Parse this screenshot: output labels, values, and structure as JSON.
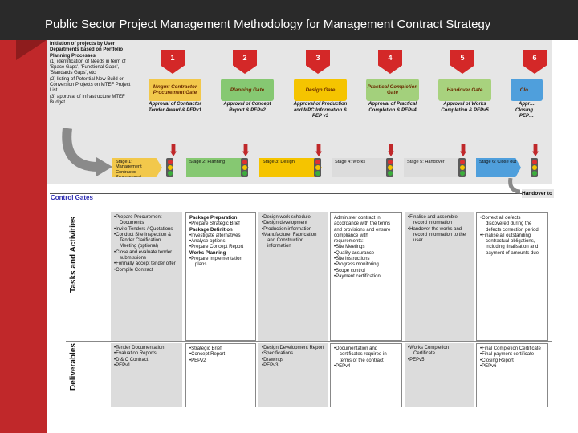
{
  "title": "Public Sector Project Management Methodology for Management Contract Strategy",
  "initiation": {
    "heading": "Initiation of projects by User Departments based on Portfolio Planning Processes",
    "lines": [
      "(1) identification of Needs in term of 'Space Gaps', 'Functional Gaps', 'Standards Gaps', etc",
      "(2) listing of Potential New Build or Conversion Projects on MTEF Project List",
      "(3) approval of Infrastructure MTEF Budget"
    ]
  },
  "steps": [
    "1",
    "2",
    "3",
    "4",
    "5",
    "6"
  ],
  "gates": [
    {
      "label": "Mngmt Contractor Procurement Gate",
      "color": "#f2c84b",
      "sub": "Approval of Contractor Tender Award & PEPv1"
    },
    {
      "label": "Planning Gate",
      "color": "#86c872",
      "sub": "Approval of Concept Report & PEPv2"
    },
    {
      "label": "Design Gate",
      "color": "#f5c400",
      "sub": "Approval of Production and MPC Information & PEP v3"
    },
    {
      "label": "Practical Completion Gate",
      "color": "#a3d07c",
      "sub": "Approval of Practical Completion & PEPv4"
    },
    {
      "label": "Handover Gate",
      "color": "#a8d27e",
      "sub": "Approval of Works Completion & PEPv5"
    },
    {
      "label": "Clo…",
      "color": "#4f9fdc",
      "sub": "Appr… Closing… PEP…"
    }
  ],
  "stages": [
    {
      "label": "Stage 1: Management Contractor Procurement",
      "color": "#f2c84b"
    },
    {
      "label": "Stage 2: Planning",
      "color": "#86c872"
    },
    {
      "label": "Stage 3: Design",
      "color": "#f5c400"
    },
    {
      "label": "Stage 4: Works",
      "color": "#dcdcdc"
    },
    {
      "label": "Stage 5: Handover",
      "color": "#dcdcdc"
    },
    {
      "label": "Stage 6: Close out",
      "color": "#4f9fdc"
    }
  ],
  "control_gates_label": "Control Gates",
  "handover_label": "Handover to",
  "row_labels": {
    "tasks": "Tasks and Activities",
    "deliverables": "Deliverables"
  },
  "tasks": [
    {
      "items": [
        "Prepare Procurement Documents",
        "Invite Tenders / Quotations",
        "Conduct Site Inspection & Tender Clarification Meeting (optional)",
        "Close and evaluate tender submissions",
        "Formally accept tender offer",
        "Compile Contract"
      ]
    },
    {
      "blocks": [
        {
          "head": "Package Preparation",
          "items": [
            "Prepare Strategic Brief"
          ]
        },
        {
          "head": "Package Definition",
          "items": [
            "Investigate alternatives",
            "Analyse options",
            "Prepare Concept Report"
          ]
        },
        {
          "head": "Works Planning",
          "items": [
            "Prepare implementation plans"
          ]
        }
      ]
    },
    {
      "items": [
        "Design work schedule",
        "Design development",
        "Production information",
        "Manufacture, Fabrication and Construction information"
      ]
    },
    {
      "intro": "Administer contract in accordance with the terms and provisions and ensure compliance with requirements:",
      "items": [
        "Site Meetings",
        "Quality assurance",
        "Site instructions",
        "Progress monitoring",
        "Scope control",
        "Payment certification"
      ]
    },
    {
      "items": [
        "Finalise and assemble record information",
        "Handover the works and record information to the user"
      ]
    },
    {
      "items": [
        "Correct all defects discovered during the defects correction period",
        "Finalise all outstanding contractual obligations, including finalisation and payment of amounts due"
      ]
    }
  ],
  "deliverables": [
    [
      "Tender Documentation",
      "Evaluation Reports",
      "D & C Contract",
      "PEPv1"
    ],
    [
      "Strategic Brief",
      "Concept Report",
      "PEPv2"
    ],
    [
      "Design Development Report",
      "Specifications",
      "Drawings",
      "PEPv3"
    ],
    [
      "Documentation and certificates required in terms of the contract",
      "PEPv4"
    ],
    [
      "Works Completion Certificate",
      "PEPv5"
    ],
    [
      "Final Completion Certificate",
      "Final payment certificate",
      "Closing Report",
      "PEPv6"
    ]
  ],
  "colors": {
    "red": "#c0282a",
    "dark": "#2a2a2a",
    "grey": "#dcdcdc"
  }
}
